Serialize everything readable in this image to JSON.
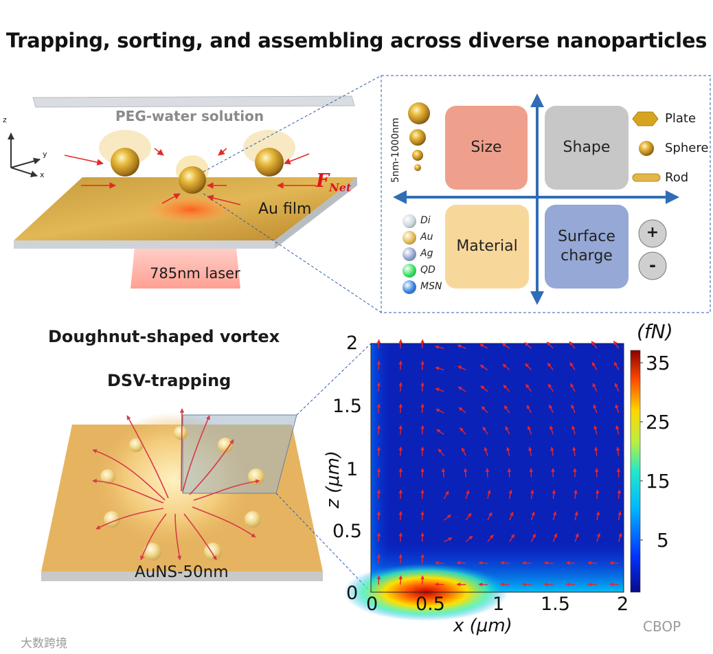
{
  "title": "Trapping, sorting, and assembling across diverse nanoparticles",
  "top_left": {
    "solution_label": "PEG-water solution",
    "film_label": "Au film",
    "laser_label": "785nm laser",
    "force_label": "F",
    "force_sub": "Net",
    "axes": [
      "z",
      "y",
      "x"
    ]
  },
  "categories_panel": {
    "size_range": "5nm-1000nm",
    "quadrants": {
      "size": "Size",
      "shape": "Shape",
      "material": "Material",
      "surface_line1": "Surface",
      "surface_line2": "charge"
    },
    "shapes": [
      "Plate",
      "Sphere",
      "Rod"
    ],
    "materials": [
      {
        "name": "Di",
        "color": "#c9d6dc"
      },
      {
        "name": "Au",
        "color": "#e2b64a"
      },
      {
        "name": "Ag",
        "color": "#8f9fcf"
      },
      {
        "name": "QD",
        "color": "#2ee05a"
      },
      {
        "name": "MSN",
        "color": "#2f7fe0"
      }
    ],
    "charges": [
      "+",
      "-"
    ]
  },
  "bottom_left": {
    "heading1": "Doughnut-shaped vortex",
    "heading2": "DSV-trapping",
    "particle_label": "AuNS-50nm"
  },
  "chart_data": {
    "type": "heatmap",
    "xlabel": "x (μm)",
    "ylabel": "z (μm)",
    "xlim": [
      0,
      2
    ],
    "ylim": [
      0,
      2
    ],
    "xticks": [
      "0",
      "0.5",
      "1",
      "1.5",
      "2"
    ],
    "yticks": [
      "0",
      "0.5",
      "1",
      "1.5",
      "2"
    ],
    "colorbar": {
      "unit": "(fN)",
      "ticks": [
        "5",
        "15",
        "25",
        "35"
      ],
      "range": [
        0,
        37
      ]
    },
    "hotspot": {
      "x": 0.45,
      "z": 0.02,
      "value": 37
    },
    "vector_field": "vortex arrows"
  },
  "watermarks": [
    "大数跨境",
    "CBOP"
  ]
}
